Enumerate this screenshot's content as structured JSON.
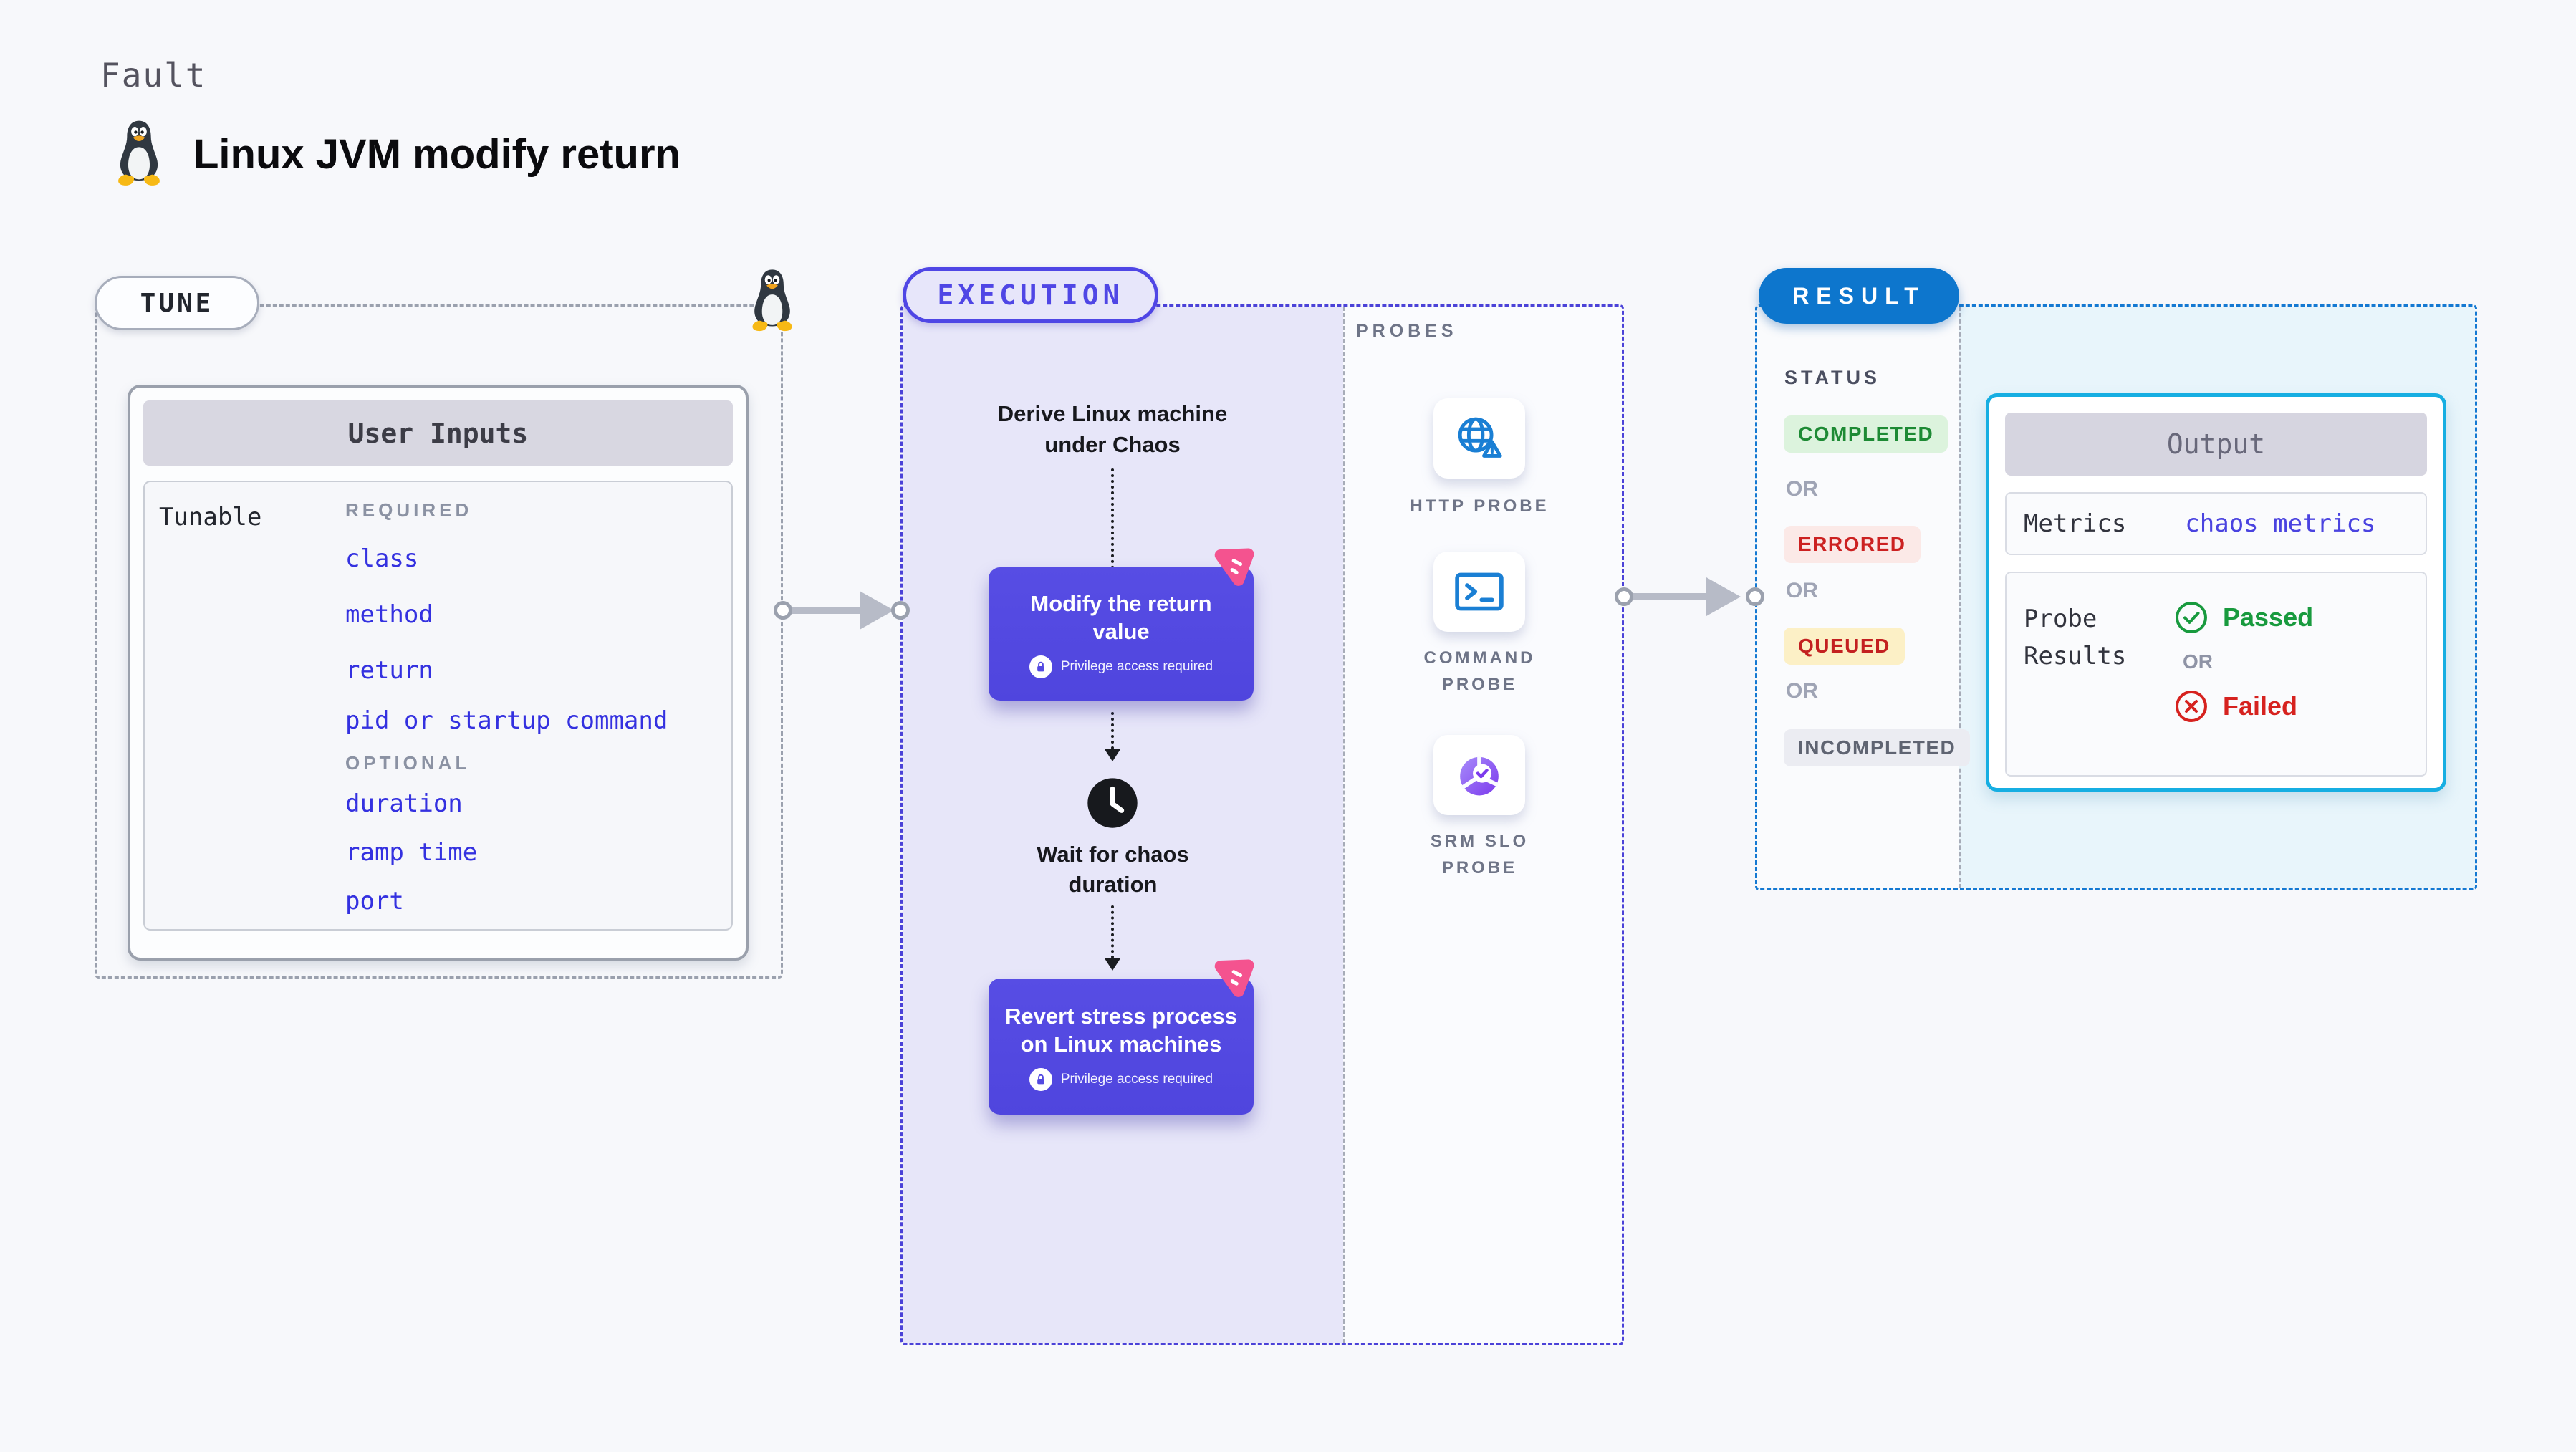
{
  "header": {
    "fault_label": "Fault",
    "title": "Linux JVM modify return"
  },
  "tune": {
    "section_label": "TUNE",
    "card_title": "User Inputs",
    "row_label": "Tunable",
    "required_label": "REQUIRED",
    "required_items": [
      "class",
      "method",
      "return",
      "pid or startup command"
    ],
    "optional_label": "OPTIONAL",
    "optional_items": [
      "duration",
      "ramp time",
      "port"
    ]
  },
  "execution": {
    "section_label": "EXECUTION",
    "step_derive": "Derive Linux machine under Chaos",
    "step_modify": "Modify the return value",
    "privilege_label": "Privilege access required",
    "step_wait": "Wait for chaos duration",
    "step_revert": "Revert stress process on Linux machines"
  },
  "probes": {
    "section_label": "PROBES",
    "items": [
      {
        "label": "HTTP PROBE",
        "icon": "globe-alert-icon"
      },
      {
        "label": "COMMAND PROBE",
        "icon": "terminal-icon"
      },
      {
        "label": "SRM SLO PROBE",
        "icon": "slo-chart-icon"
      }
    ]
  },
  "result": {
    "section_label": "RESULT",
    "status_label": "STATUS",
    "or_label": "OR",
    "statuses": [
      {
        "label": "COMPLETED",
        "bg": "#dcf3dd",
        "color": "#1d8a34"
      },
      {
        "label": "ERRORED",
        "bg": "#fbe9e7",
        "color": "#cc2121"
      },
      {
        "label": "QUEUED",
        "bg": "#fcf0c6",
        "color": "#c32020"
      },
      {
        "label": "INCOMPLETED",
        "bg": "#ebecf2",
        "color": "#5f6472"
      }
    ],
    "output": {
      "title": "Output",
      "metrics_label": "Metrics",
      "metrics_value": "chaos metrics",
      "probe_results_label": "Probe Results",
      "passed_label": "Passed",
      "or_label": "OR",
      "failed_label": "Failed"
    }
  },
  "colors": {
    "page_bg": "#f7f8fb",
    "accent_indigo": "#4f46e5",
    "purple_step_box": "#5349e1",
    "lavender_bg": "#e7e6f9",
    "result_blue": "#0d76cd",
    "result_cyan_bg": "#e8f5fb",
    "output_border_cyan": "#16aee2",
    "link_blue": "#3431e0",
    "probe_icon_blue": "#1a7fd4",
    "slo_purple": "#7c3aed",
    "pink_chaos": "#f4538f",
    "passed_green": "#189a3e",
    "failed_red": "#d6221f",
    "arrow_gray": "#b7bbc7",
    "dashed_gray": "#9ba1ae"
  }
}
